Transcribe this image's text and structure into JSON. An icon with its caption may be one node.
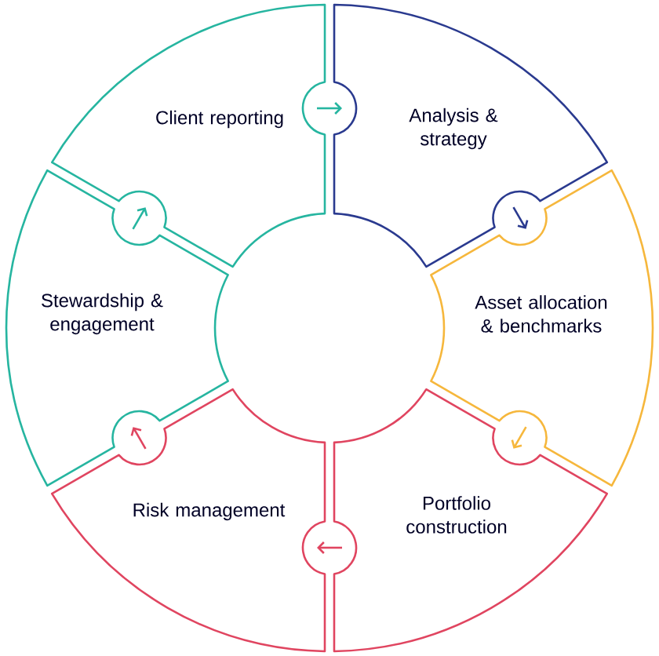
{
  "diagram": {
    "nodes": [
      {
        "text": [
          "Client reporting"
        ]
      },
      {
        "text": [
          "Analysis & strategy"
        ]
      },
      {
        "text": [
          "Asset allocation & benchmarks"
        ]
      },
      {
        "text": [
          "Portfolio construction"
        ]
      },
      {
        "text": [
          "Risk management"
        ]
      },
      {
        "text": [
          "Stewardship & engagement"
        ]
      }
    ],
    "edges": [
      {
        "from": 0,
        "to": 1,
        "arrow": "to",
        "color": "#26b5a0"
      },
      {
        "from": 1,
        "to": 2,
        "arrow": "to",
        "color": "#2a3a8f"
      },
      {
        "from": 2,
        "to": 3,
        "arrow": "to",
        "color": "#f6b73c"
      },
      {
        "from": 3,
        "to": 4,
        "arrow": "to",
        "color": "#e04560"
      },
      {
        "from": 4,
        "to": 5,
        "arrow": "to",
        "color": "#e04560"
      },
      {
        "from": 5,
        "to": 0,
        "arrow": "to",
        "color": "#26b5a0"
      }
    ]
  }
}
